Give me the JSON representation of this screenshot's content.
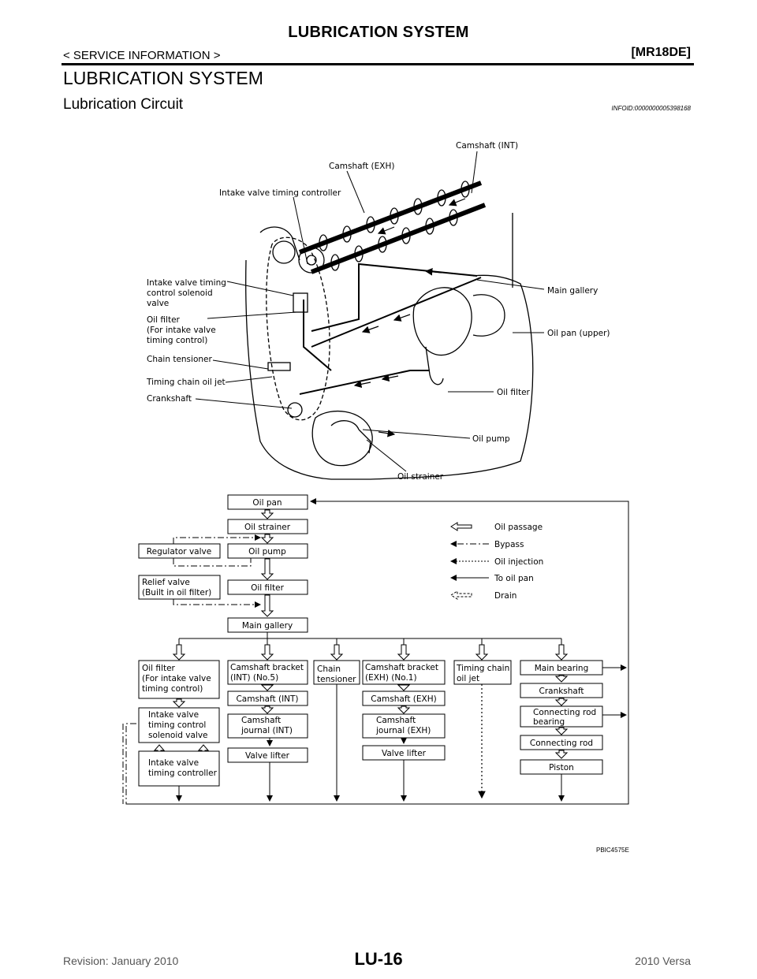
{
  "header": {
    "title": "LUBRICATION SYSTEM",
    "breadcrumb": "< SERVICE INFORMATION >",
    "engine": "[MR18DE]"
  },
  "section_title": "LUBRICATION SYSTEM",
  "subsection_title": "Lubrication Circuit",
  "info_id": "INFOID:0000000005398168",
  "illustration_labels": {
    "camshaft_int": "Camshaft (INT)",
    "camshaft_exh": "Camshaft (EXH)",
    "ivt_controller": "Intake valve timing controller",
    "ivt_solenoid": [
      "Intake valve timing",
      "control solenoid",
      "valve"
    ],
    "oil_filter_ivt": [
      "Oil filter",
      "(For intake valve",
      "timing control)"
    ],
    "chain_tensioner": "Chain tensioner",
    "timing_chain_oil_jet": "Timing chain oil jet",
    "crankshaft": "Crankshaft",
    "main_gallery": "Main gallery",
    "oil_pan_upper": "Oil pan (upper)",
    "oil_filter": "Oil filter",
    "oil_pump": "Oil pump",
    "oil_strainer": "Oil strainer"
  },
  "flow_boxes": {
    "oil_pan": "Oil pan",
    "oil_strainer": "Oil strainer",
    "regulator_valve": "Regulator valve",
    "oil_pump": "Oil pump",
    "relief_valve": [
      "Relief valve",
      "(Built in oil filter)"
    ],
    "oil_filter": "Oil filter",
    "main_gallery": "Main gallery",
    "oil_filter_ivt": [
      "Oil filter",
      "(For intake valve",
      "timing control)"
    ],
    "cam_bracket_int": [
      "Camshaft bracket",
      "(INT) (No.5)"
    ],
    "chain_tensioner": [
      "Chain",
      "tensioner"
    ],
    "cam_bracket_exh": [
      "Camshaft bracket",
      "(EXH) (No.1)"
    ],
    "timing_chain_jet": [
      "Timing chain",
      "oil jet"
    ],
    "main_bearing": "Main bearing",
    "camshaft_int": "Camshaft (INT)",
    "camshaft_exh": "Camshaft (EXH)",
    "crankshaft": "Crankshaft",
    "ivt_solenoid": [
      "Intake valve",
      "timing control",
      "solenoid valve"
    ],
    "cam_journal_int": [
      "Camshaft",
      "journal (INT)"
    ],
    "cam_journal_exh": [
      "Camshaft",
      "journal (EXH)"
    ],
    "conn_rod_bearing": [
      "Connecting rod",
      "bearing"
    ],
    "connecting_rod": "Connecting rod",
    "ivt_controller": [
      "Intake valve",
      "timing controller"
    ],
    "valve_lifter_int": "Valve lifter",
    "valve_lifter_exh": "Valve lifter",
    "piston": "Piston"
  },
  "legend": [
    {
      "symbol": "hollow-arrow",
      "label": "Oil passage"
    },
    {
      "symbol": "dash-dot-arrow",
      "label": "Bypass"
    },
    {
      "symbol": "dotted-arrow",
      "label": "Oil injection"
    },
    {
      "symbol": "solid-arrow",
      "label": "To oil pan"
    },
    {
      "symbol": "hollow-dashed-arrow",
      "label": "Drain"
    }
  ],
  "figure_code": "PBIC4575E",
  "footer": {
    "revision": "Revision: January 2010",
    "page": "LU-16",
    "model": "2010 Versa"
  }
}
